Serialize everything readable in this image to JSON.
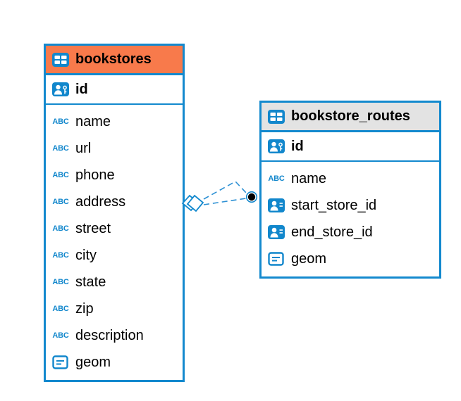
{
  "diagram": {
    "colors": {
      "table_border": "#1389CE",
      "icon_blue": "#1287CC",
      "relation_line": "#2E91D4",
      "bookstores_header": "#F87A4B",
      "routes_header": "#E3E3E3"
    },
    "icons": {
      "text_type_label": "ABC"
    },
    "tables": [
      {
        "title": "bookstores",
        "header_color": "#F87A4B",
        "primary_key": {
          "name": "id"
        },
        "columns": [
          {
            "name": "name",
            "type": "text"
          },
          {
            "name": "url",
            "type": "text"
          },
          {
            "name": "phone",
            "type": "text"
          },
          {
            "name": "address",
            "type": "text"
          },
          {
            "name": "street",
            "type": "text"
          },
          {
            "name": "city",
            "type": "text"
          },
          {
            "name": "state",
            "type": "text"
          },
          {
            "name": "zip",
            "type": "text"
          },
          {
            "name": "description",
            "type": "text"
          },
          {
            "name": "geom",
            "type": "geometry"
          }
        ]
      },
      {
        "title": "bookstore_routes",
        "header_color": "#E3E3E3",
        "primary_key": {
          "name": "id"
        },
        "columns": [
          {
            "name": "name",
            "type": "text"
          },
          {
            "name": "start_store_id",
            "type": "reference"
          },
          {
            "name": "end_store_id",
            "type": "reference"
          },
          {
            "name": "geom",
            "type": "geometry"
          }
        ]
      }
    ],
    "relations": [
      {
        "from_table": "bookstore_routes",
        "from_column": "start_store_id",
        "to_table": "bookstores",
        "to_column": "id"
      },
      {
        "from_table": "bookstore_routes",
        "from_column": "end_store_id",
        "to_table": "bookstores",
        "to_column": "id"
      }
    ]
  }
}
